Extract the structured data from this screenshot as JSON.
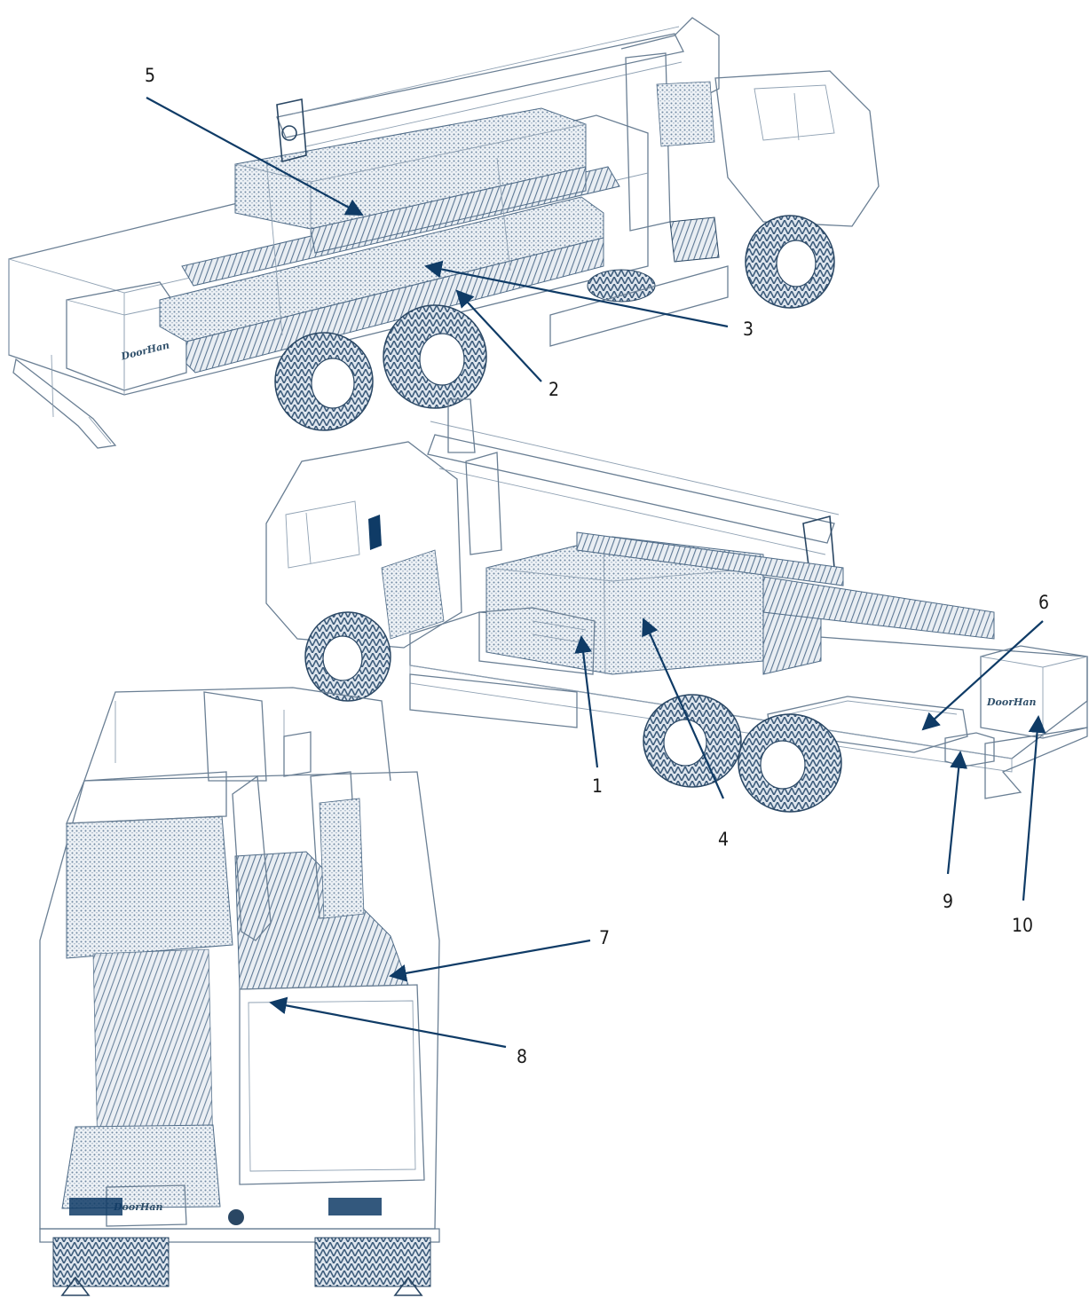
{
  "brand": {
    "logo_text": "DoorHan"
  },
  "colors": {
    "ink": "#6a7f94",
    "accent": "#0f3b66",
    "texture": "#5d7894",
    "text": "#1a1a1a"
  },
  "callouts": {
    "c1": "1",
    "c2": "2",
    "c3": "3",
    "c4": "4",
    "c5": "5",
    "c6": "6",
    "c7": "7",
    "c8": "8",
    "c9": "9",
    "c10": "10"
  }
}
